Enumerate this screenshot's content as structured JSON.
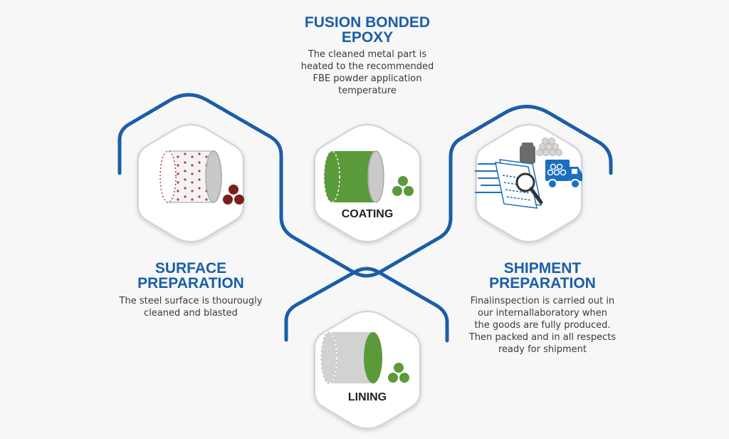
{
  "fbe": {
    "title_line1": "FUSION BONDED",
    "title_line2": "EPOXY",
    "desc_lines": [
      "The cleaned metal part is",
      "heated to the recommended",
      "FBE powder application",
      "temperature"
    ]
  },
  "surface": {
    "title_line1": "SURFACE",
    "title_line2": "PREPARATION",
    "desc_lines": [
      "The steel surface is thourougly",
      "cleaned and blasted"
    ]
  },
  "shipment": {
    "title_line1": "SHIPMENT",
    "title_line2": "PREPARATION",
    "desc_lines": [
      "Finalinspection is carried out in",
      "our internallaboratory when",
      "the goods are fully produced.",
      "Then packed and in all respects",
      "ready for shipment"
    ]
  },
  "coating": {
    "label": "COATING"
  },
  "lining": {
    "label": "LINING"
  },
  "colors": {
    "blue_frame": "#1a5ea8",
    "heading": "#1a5ea8",
    "green": "#5b9a3a",
    "steel_grey": "#c9c9c9",
    "dot_red": "#c0393b",
    "ball_maroon": "#7a1f1f",
    "truck_blue": "#1b6fc0"
  },
  "icons": [
    "pipe-blasted-icon",
    "pipe-coated-icon",
    "inspection-shipment-icon",
    "pipe-lined-icon"
  ]
}
